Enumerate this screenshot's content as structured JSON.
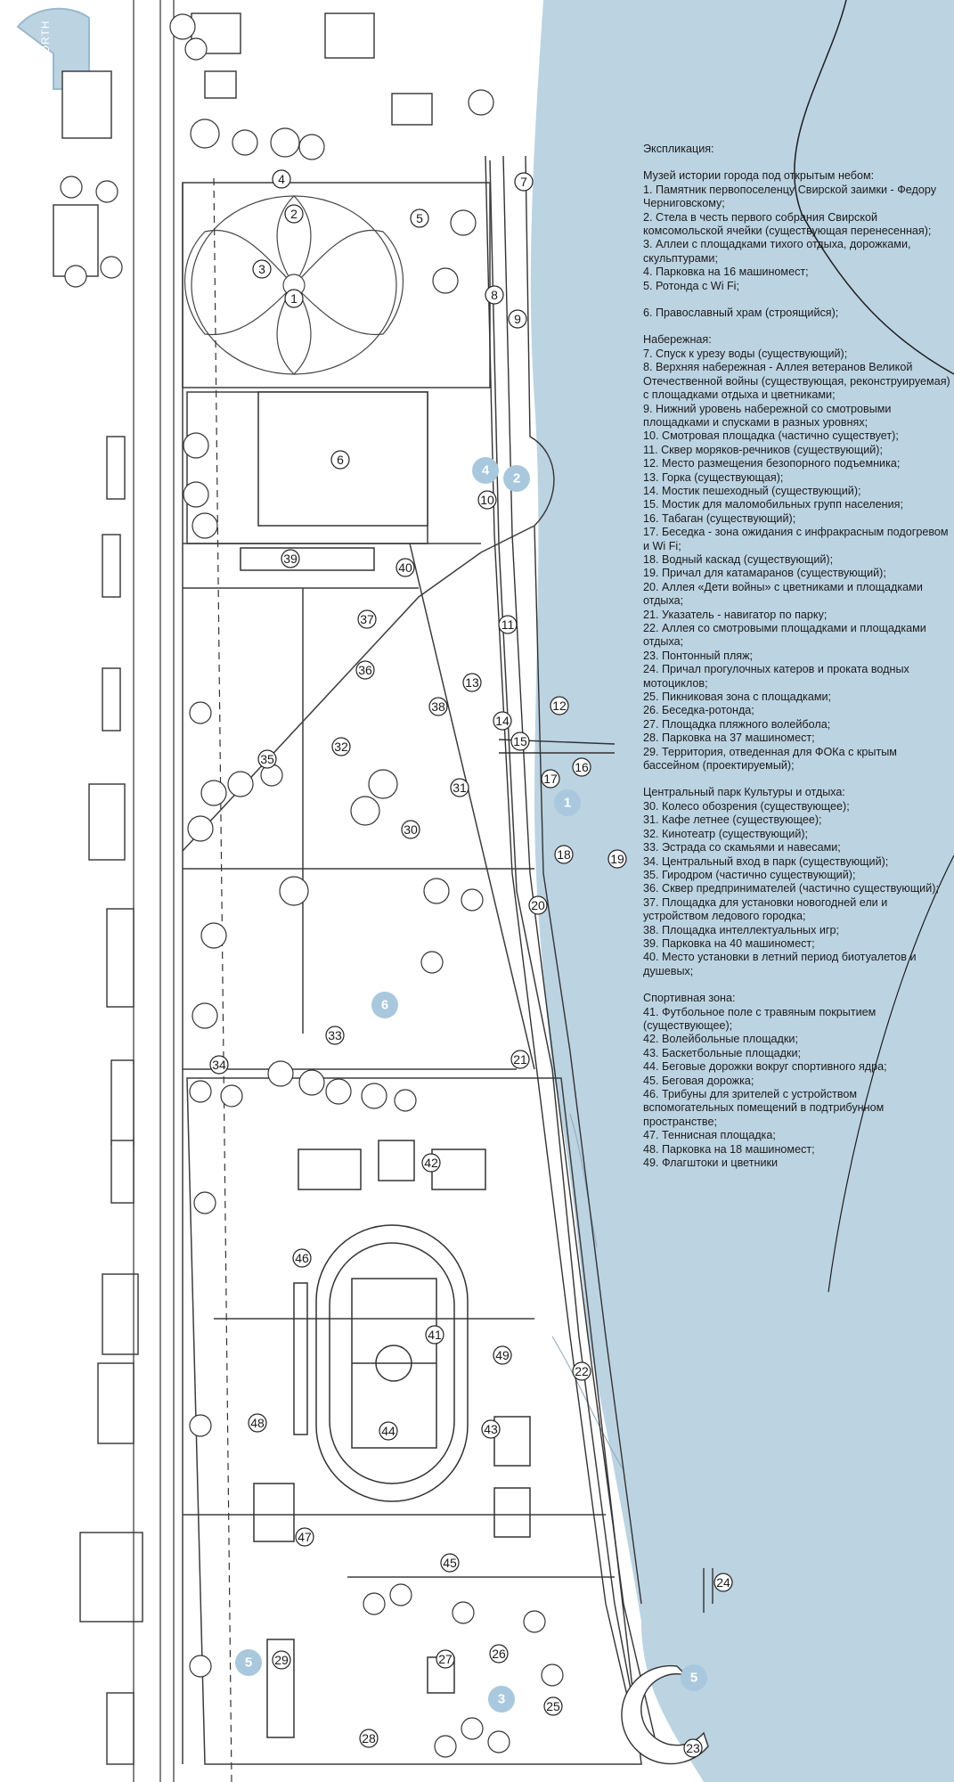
{
  "compass": {
    "label": "NORTH"
  },
  "legend": {
    "title": "Экспликация:",
    "sections": [
      {
        "heading": "Музей истории города под открытым небом:",
        "items": [
          "1. Памятник первопоселенцу Свирской заимки - Федору Черниговскому;",
          "2. Стела в честь первого собрания Свирской комсомольской ячейки (существующая перенесенная);",
          "3. Аллеи с площадками тихого отдыха, дорожками, скульптурами;",
          "4. Парковка на 16 машиномест;",
          "5. Ротонда с Wi Fi;",
          "",
          "6. Православный храм (строящийся);"
        ]
      },
      {
        "heading": "Набережная:",
        "items": [
          "7. Спуск к урезу воды (существующий);",
          "8. Верхняя набережная - Аллея ветеранов Великой Отечественной войны (существующая, реконструируемая) с площадками отдыха и цветниками;",
          "9. Нижний уровень набережной со смотровыми площадками и спусками в разных уровнях;",
          "10. Смотровая площадка (частично существует);",
          "11. Сквер моряков-речников (существующий);",
          "12. Место размещения безопорного подъемника;",
          "13. Горка (существующая);",
          "14. Мостик пешеходный (существующий);",
          "15. Мостик для маломобильных групп населения;",
          "16. Табаган (существующий);",
          "17. Беседка - зона ожидания с инфракрасным подогревом и Wi Fi;",
          "18. Водный каскад (существующий);",
          "19. Причал для катамаранов (существующий);",
          "20. Аллея «Дети войны» с цветниками и площадками отдыха;",
          "21. Указатель - навигатор по парку;",
          "22. Аллея со смотровыми площадками и площадками отдыха;",
          "23. Понтонный пляж;",
          "24. Причал прогулочных катеров и проката водных мотоциклов;",
          "25. Пикниковая зона с площадками;",
          "26. Беседка-ротонда;",
          "27. Площадка пляжного волейбола;",
          "28. Парковка на 37 машиномест;",
          "29. Территория, отведенная для ФОКа с крытым бассейном (проектируемый);"
        ]
      },
      {
        "heading": "Центральный парк Культуры и отдыха:",
        "items": [
          "30. Колесо обозрения (существующее);",
          "31. Кафе летнее (существующее);",
          "32. Кинотеатр (существующий);",
          "33. Эстрада со скамьями и навесами;",
          "34. Центральный вход в парк (существующий);",
          "35. Гиродром (частично существующий);",
          "36. Сквер предпринимателей (частично существующий);",
          "37. Площадка для установки новогодней ели и устройством ледового городка;",
          "38. Площадка интеллектуальных игр;",
          "39. Парковка на 40 машиномест;",
          "40. Место установки в летний период биотуалетов и душевых;"
        ]
      },
      {
        "heading": "Спортивная зона:",
        "items": [
          "41. Футбольное поле с травяным покрытием (существующее);",
          "42. Волейбольные площадки;",
          "43. Баскетбольные площадки;",
          "44. Беговые дорожки вокруг спортивного ядра;",
          "45. Беговая дорожка;",
          "46. Трибуны для зрителей с устройством вспомогательных помещений в подтрибунном пространстве;",
          "47. Теннисная площадка;",
          "48. Парковка на 18 машиномест;",
          "49. Флагштоки и цветники"
        ]
      }
    ]
  },
  "plan_labels": [
    "1",
    "2",
    "3",
    "4",
    "5",
    "6",
    "7",
    "8",
    "9",
    "10",
    "11",
    "12",
    "13",
    "14",
    "15",
    "16",
    "17",
    "18",
    "19",
    "20",
    "21",
    "22",
    "23",
    "24",
    "25",
    "26",
    "27",
    "28",
    "29",
    "30",
    "31",
    "32",
    "33",
    "34",
    "35",
    "36",
    "37",
    "38",
    "39",
    "40",
    "41",
    "42",
    "43",
    "44",
    "45",
    "46",
    "47",
    "48",
    "49"
  ],
  "zone_markers": [
    "1",
    "2",
    "3",
    "4",
    "5",
    "5",
    "6"
  ],
  "colors": {
    "water": "#bcd3e2",
    "marker": "#a9c8dd",
    "lines": "#4a4a4a"
  }
}
